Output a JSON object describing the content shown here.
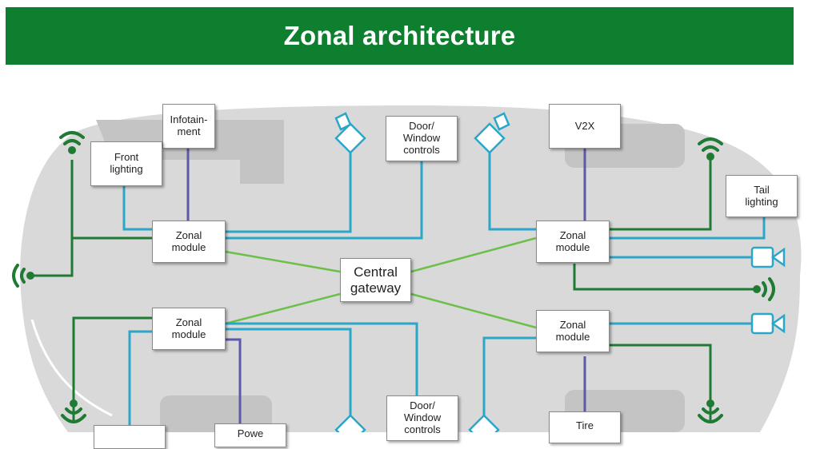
{
  "header": {
    "title": "Zonal architecture"
  },
  "colors": {
    "banner": "#0e7f2e",
    "power_line": "#1f7a33",
    "data_line": "#2aa6c8",
    "sensor_line": "#5a5aa8",
    "gateway_line": "#6cbf4a",
    "car_body": "#d9d9d9"
  },
  "nodes": {
    "infotainment": "Infotain-\nment",
    "front_lighting": "Front\nlighting",
    "door_window_top": "Door/\nWindow\ncontrols",
    "v2x": "V2X",
    "tail_lighting": "Tail\nlighting",
    "zonal_top_left": "Zonal\nmodule",
    "zonal_top_right": "Zonal\nmodule",
    "central_gateway": "Central\ngateway",
    "zonal_bottom_left": "Zonal\nmodule",
    "zonal_bottom_right": "Zonal\nmodule",
    "door_window_bottom": "Door/\nWindow\ncontrols",
    "power": "Powe",
    "tire": "Tire"
  },
  "icons": [
    "wifi-antenna-icon",
    "camera-icon",
    "radio-wave-icon"
  ]
}
